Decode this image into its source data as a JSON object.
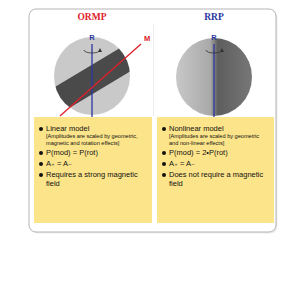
{
  "diagram": {
    "nodes": [
      {
        "text": [
          "Linear model",
          "[Amplitudes are scaled by geometric, magnetic and rotation effects]",
          "P(mod) = P(rot)",
          "A₊ = A₋",
          "Requires a strong magnetic field"
        ]
      },
      {
        "text": [
          "Nonlinear model",
          "[Amplitudes are scaled by geometric and non-linear effects]",
          "P(mod) = 2•P(rot)",
          "A₊ = A₋",
          "Does not require a magnetic field"
        ]
      }
    ],
    "labels": [
      "ORMP",
      "R",
      "M",
      "RRP",
      "R"
    ]
  }
}
